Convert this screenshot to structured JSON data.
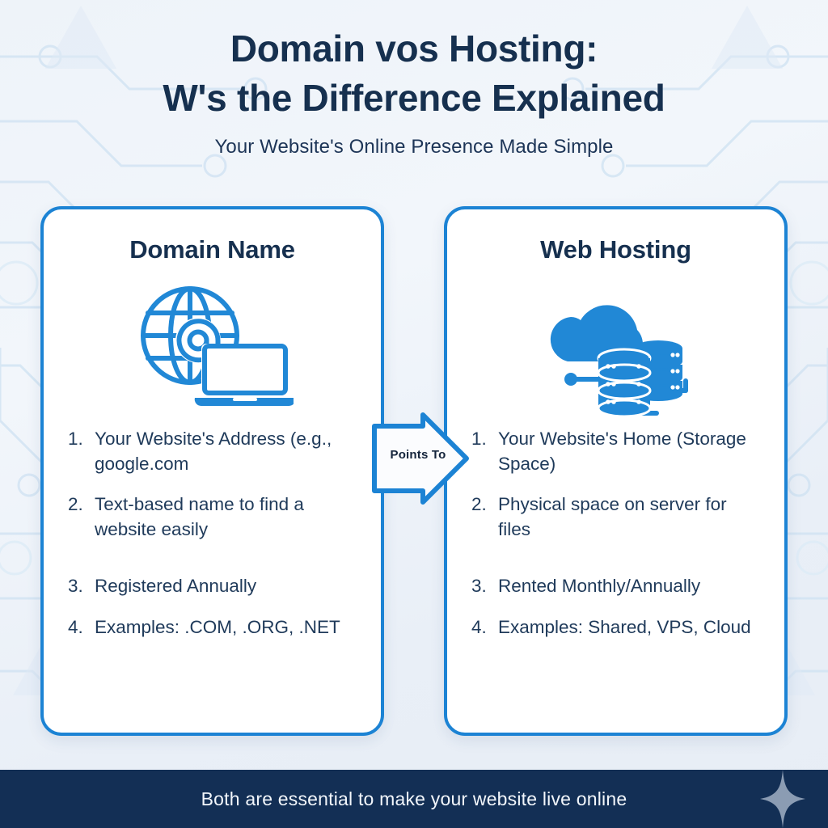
{
  "header": {
    "title_line1": "Domain vos Hosting:",
    "title_line2": "W's the Difference Explained",
    "subtitle": "Your Website's Online Presence Made Simple"
  },
  "connector": {
    "label": "Points To",
    "icon": "right-arrow-icon"
  },
  "cards": [
    {
      "id": "domain-name",
      "title": "Domain Name",
      "icon": "globe-at-laptop-icon",
      "items": [
        {
          "num": "1.",
          "text": "Your Website's Address (e.g., google.com"
        },
        {
          "num": "2.",
          "text": "Text-based name to find a website easily"
        },
        {
          "num": "3.",
          "text": "Registered Annually"
        },
        {
          "num": "4.",
          "text": "Examples: .COM, .ORG, .NET"
        }
      ]
    },
    {
      "id": "web-hosting",
      "title": "Web Hosting",
      "icon": "cloud-server-icon",
      "items": [
        {
          "num": "1.",
          "text": "Your Website's Home (Storage Space)"
        },
        {
          "num": "2.",
          "text": "Physical space on server for files"
        },
        {
          "num": "3.",
          "text": "Rented Monthly/Annually"
        },
        {
          "num": "4.",
          "text": "Examples: Shared, VPS, Cloud"
        }
      ]
    }
  ],
  "footer": {
    "text": "Both are essential to make your website live online",
    "sparkle_icon": "sparkle-star-icon"
  },
  "colors": {
    "accent_blue": "#1c83d4",
    "icon_blue": "#2188d6",
    "navy": "#16304f",
    "footer_navy": "#132f55",
    "body_text": "#1f3a5a",
    "sparkle": "#8b9cb3",
    "background": "#eef3f9"
  }
}
